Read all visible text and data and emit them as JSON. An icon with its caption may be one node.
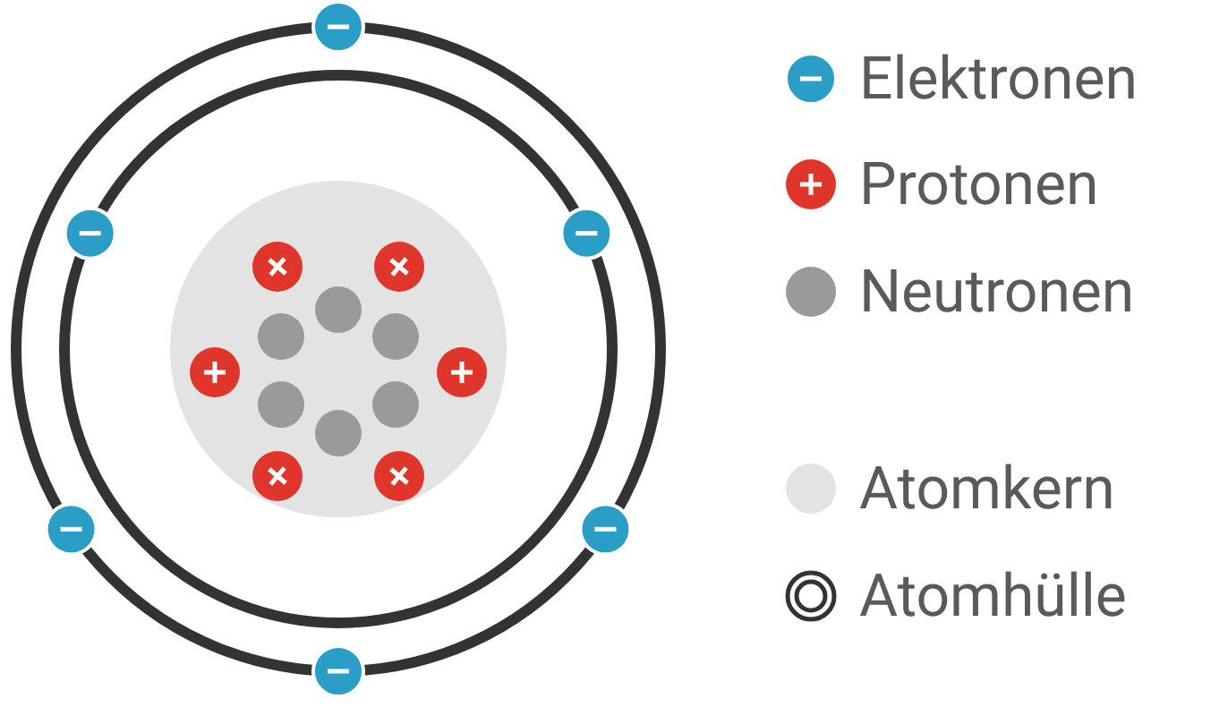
{
  "diagram": {
    "legend": [
      {
        "text": "Elektronen"
      },
      {
        "text": "Protonen"
      },
      {
        "text": "Neutronen",
        "color": "#9a9a9a"
      },
      {
        "text": "Atomkern",
        "color": "#e3e3e3"
      },
      {
        "text": "Atomhülle"
      }
    ]
  }
}
